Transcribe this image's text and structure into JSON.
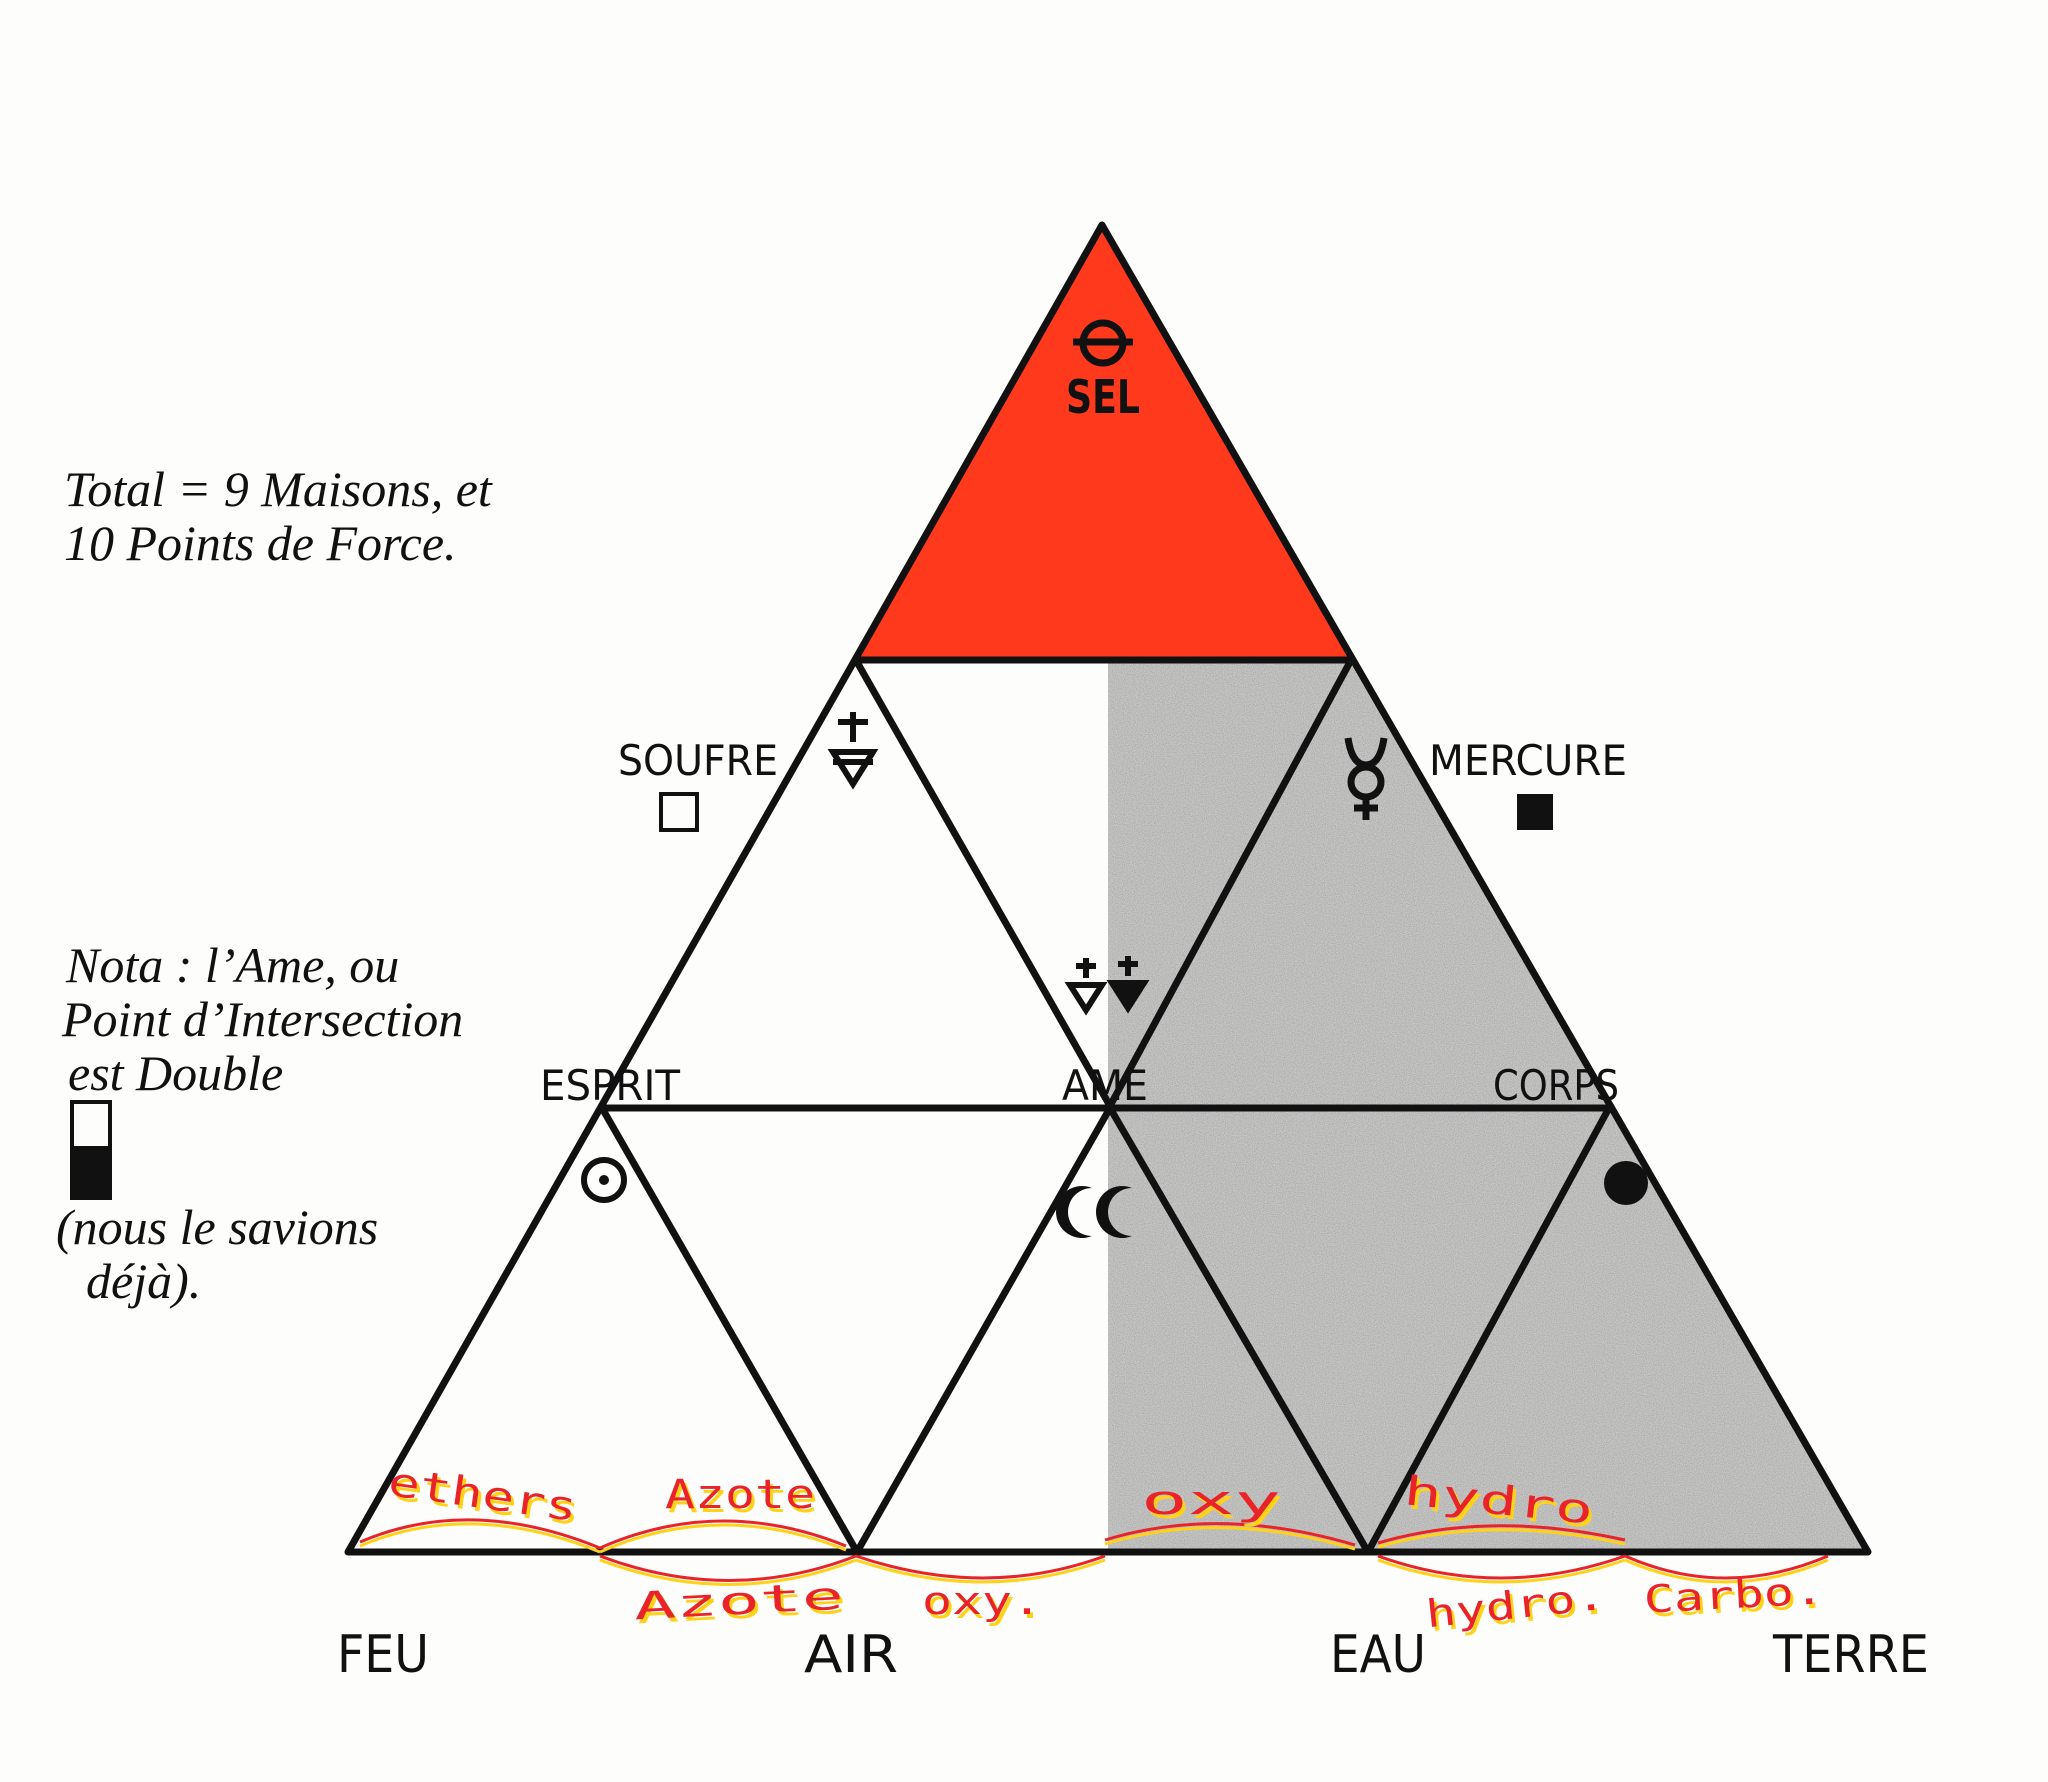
{
  "notes": {
    "total": [
      "Total = 9 Maisons, et",
      "10 Points de Force."
    ],
    "nota": [
      "Nota : l’Ame, ou",
      "Point d’Intersection",
      "est Double",
      "(nous le savions",
      "déjà)."
    ]
  },
  "labels": {
    "sel": "SEL",
    "soufre": "SOUFRE",
    "mercure": "MERCURE",
    "esprit": "ESPRIT",
    "ame": "AME",
    "corps": "CORPS"
  },
  "base_labels": {
    "feu": "FEU",
    "air": "AIR",
    "eau": "EAU",
    "terre": "TERRE"
  },
  "handwritten": {
    "upper": [
      "ethers",
      "Azote",
      "oxy",
      "hydro"
    ],
    "lower": [
      "Azote",
      "oxy.",
      "hydro.",
      "Carbo."
    ]
  },
  "colors": {
    "sel_fill": "#ff3a1c",
    "line": "#111111",
    "shade": "#9a9a9a",
    "hand_red": "#e8232a",
    "hand_yellow": "#ffd21a"
  },
  "icons": {
    "sel": "salt-symbol-icon",
    "soufre_square": "empty-square-icon",
    "mercure_square": "filled-square-icon",
    "sulfur": "sulfur-symbol-icon",
    "mercury": "mercury-symbol-icon",
    "ame": "double-sulfur-symbol-icon",
    "esprit": "sun-symbol-icon",
    "moon": "double-moon-icon",
    "corps": "filled-circle-icon"
  }
}
